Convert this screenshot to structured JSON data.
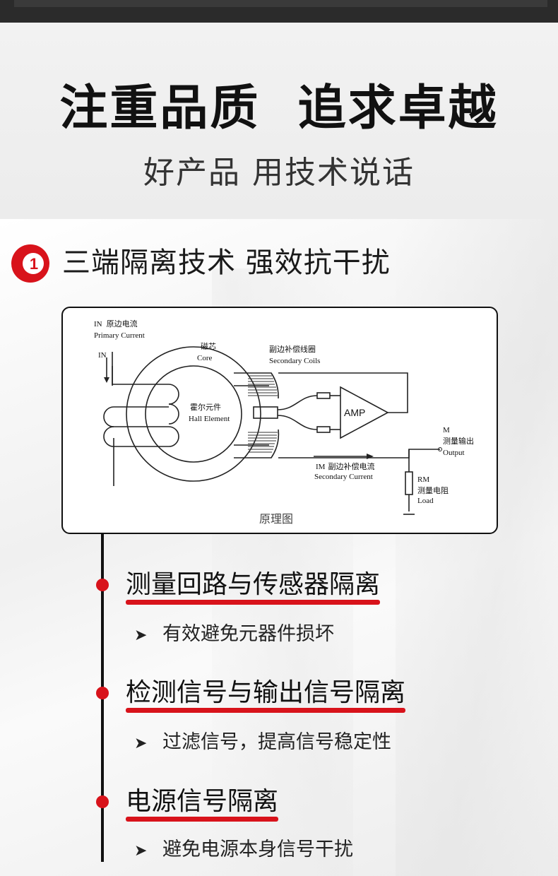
{
  "hero": {
    "title": "注重品质  追求卓越",
    "subtitle": "好产品 用技术说话"
  },
  "section": {
    "number": "1",
    "title": "三端隔离技术 强效抗干扰",
    "accent_color": "#d8131b"
  },
  "diagram": {
    "caption": "原理图",
    "labels": {
      "primary_cn": "原边电流",
      "primary_sub": "IN",
      "primary_en": "Primary Current",
      "in_arrow": "IN",
      "core_cn": "磁芯",
      "core_en": "Core",
      "secondary_coils_cn": "副边补偿线圈",
      "secondary_coils_en": "Secondary Coils",
      "hall_cn": "霍尔元件",
      "hall_en": "Hall Element",
      "amp": "AMP",
      "m": "M",
      "output_cn": "测量输出",
      "output_en": "Output",
      "secondary_current_cn": "副边补偿电流",
      "secondary_current_sub": "IM",
      "secondary_current_en": "Secondary Current",
      "rm": "RM",
      "load_cn": "测量电阻",
      "load_en": "Load"
    }
  },
  "features": [
    {
      "title": "测量回路与传感器隔离",
      "desc": "有效避免元器件损坏"
    },
    {
      "title": "检测信号与输出信号隔离",
      "desc": "过滤信号，提高信号稳定性"
    },
    {
      "title": "电源信号隔离",
      "desc": "避免电源本身信号干扰"
    }
  ],
  "icons": {
    "bullet_arrow": "➤"
  }
}
